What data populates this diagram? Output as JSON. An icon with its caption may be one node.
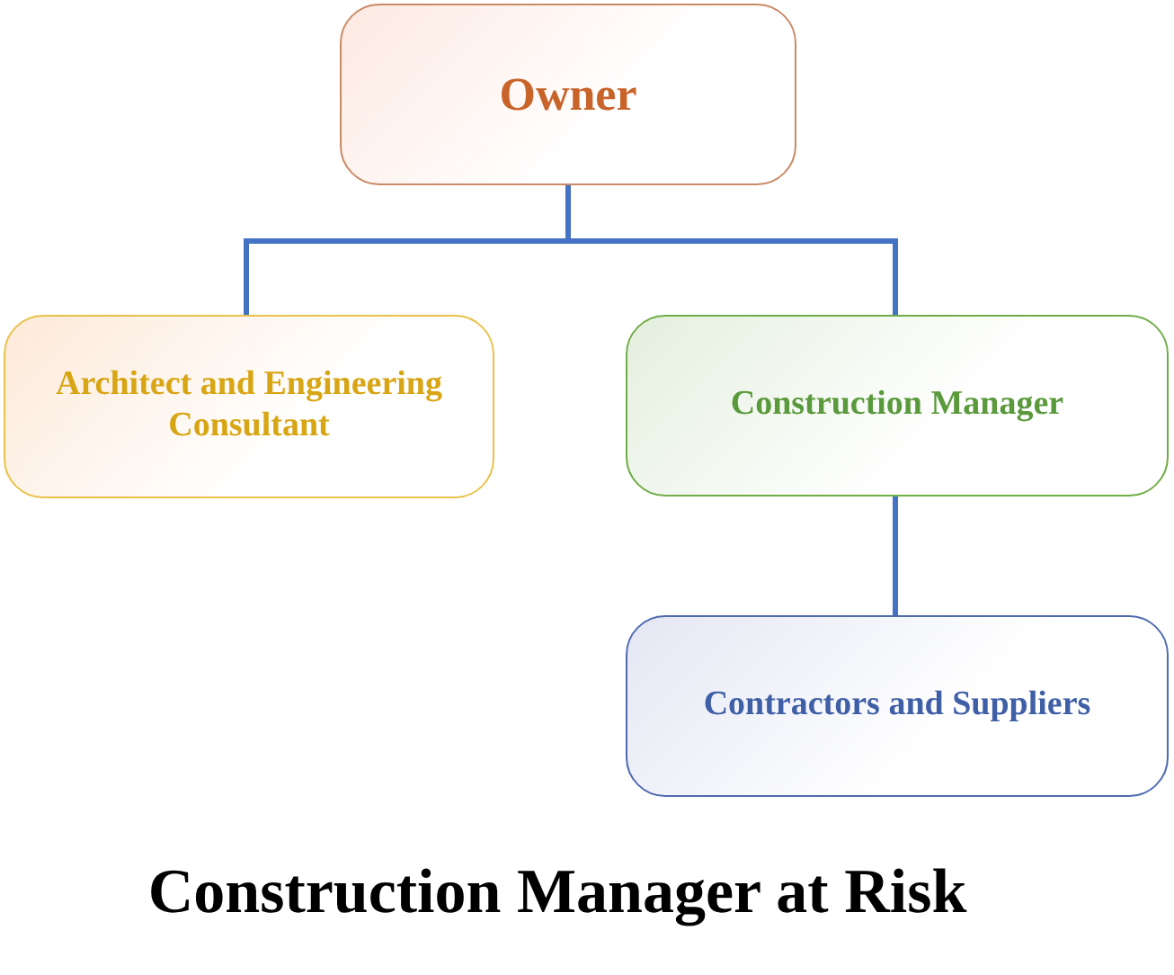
{
  "diagram": {
    "caption": "Construction Manager at Risk",
    "nodes": [
      {
        "text": [
          "Owner"
        ]
      },
      {
        "text": [
          "Architect and Engineering Consultant"
        ]
      },
      {
        "text": [
          "Construction Manager"
        ]
      },
      {
        "text": [
          "Contractors and Suppliers"
        ]
      }
    ],
    "edges": [
      {
        "from": 0,
        "to": 1,
        "arrow": "none"
      },
      {
        "from": 0,
        "to": 2,
        "arrow": "none"
      },
      {
        "from": 2,
        "to": 3,
        "arrow": "none"
      }
    ]
  }
}
